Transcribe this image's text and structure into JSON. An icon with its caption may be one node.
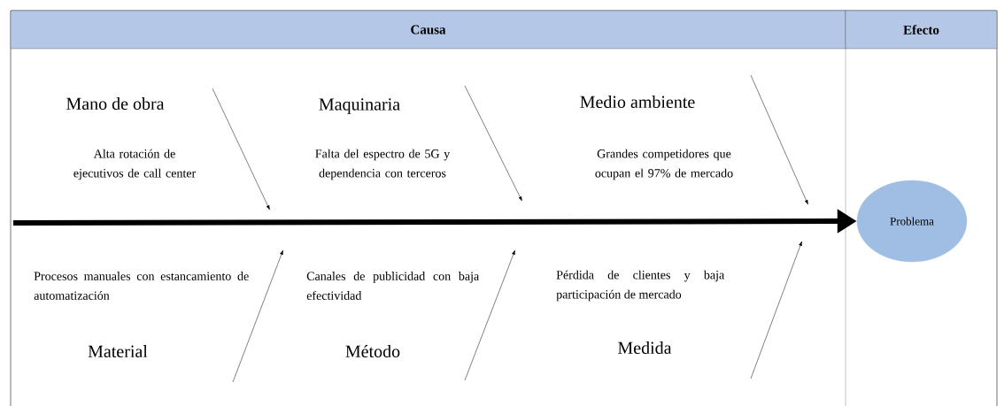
{
  "diagram": {
    "nodes": [
      {
        "text": [
          "Causa"
        ]
      },
      {
        "text": [
          "Efecto"
        ]
      },
      {
        "text": [
          "Problema"
        ]
      }
    ],
    "edges": [
      {
        "from": null,
        "to": 2,
        "arrow": "to"
      }
    ],
    "labels": [
      "Mano de obra",
      "Maquinaria",
      "Medio ambiente",
      "Alta rotación de ejecutivos de call center",
      "Falta del espectro de 5G y dependencia con terceros",
      "Grandes competidores que ocupan el 97% de mercado",
      "Procesos manuales con estancamiento de automatización",
      "Canales de publicidad con baja efectividad",
      "Pérdida de clientes y baja participación de mercado",
      "Material",
      "Método",
      "Medida"
    ]
  }
}
